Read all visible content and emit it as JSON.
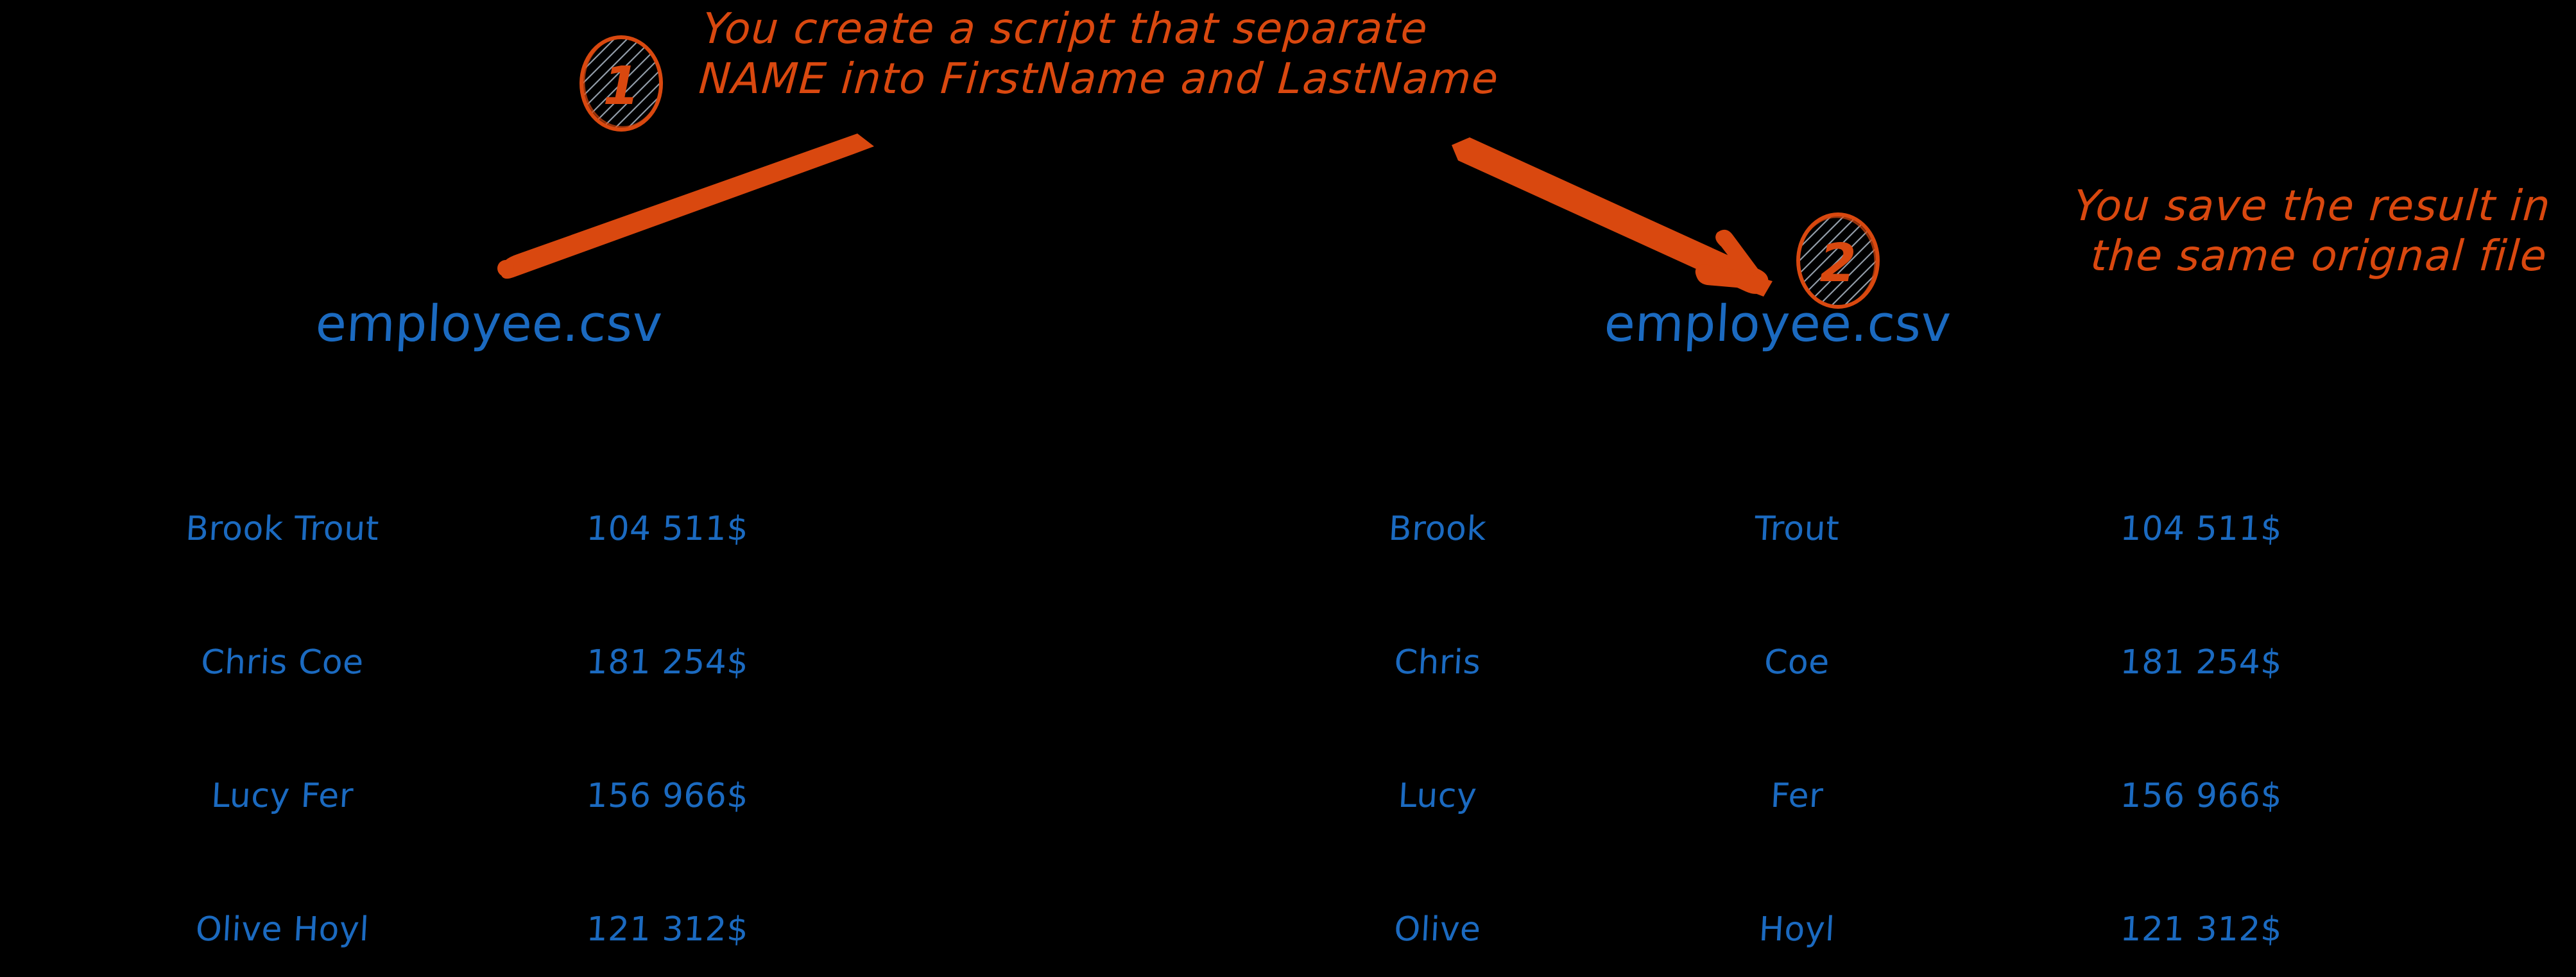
{
  "canvas": {
    "background_color": "#000000",
    "accent_orange": "#D9480F",
    "accent_blue": "#1B6AC0",
    "hatch_gray": "#9AA5B1"
  },
  "annotations": [
    {
      "badge_number": "1",
      "text": "You create a script that separate\nNAME into FirstName and LastName",
      "arrow": "points down-left toward source file"
    },
    {
      "badge_number": "2",
      "text": "You save the result in\nthe same orignal file",
      "arrow": "points down-right toward result file"
    }
  ],
  "left_file": {
    "label": "employee.csv",
    "rows": [
      {
        "name": "Brook Trout",
        "salary": "104 511$"
      },
      {
        "name": "Chris Coe",
        "salary": "181 254$"
      },
      {
        "name": "Lucy Fer",
        "salary": "156 966$"
      },
      {
        "name": "Olive Hoyl",
        "salary": "121 312$"
      }
    ]
  },
  "right_file": {
    "label": "employee.csv",
    "rows": [
      {
        "first": "Brook",
        "last": "Trout",
        "salary": "104 511$"
      },
      {
        "first": "Chris",
        "last": "Coe",
        "salary": "181 254$"
      },
      {
        "first": "Lucy",
        "last": "Fer",
        "salary": "156 966$"
      },
      {
        "first": "Olive",
        "last": "Hoyl",
        "salary": "121 312$"
      }
    ]
  }
}
